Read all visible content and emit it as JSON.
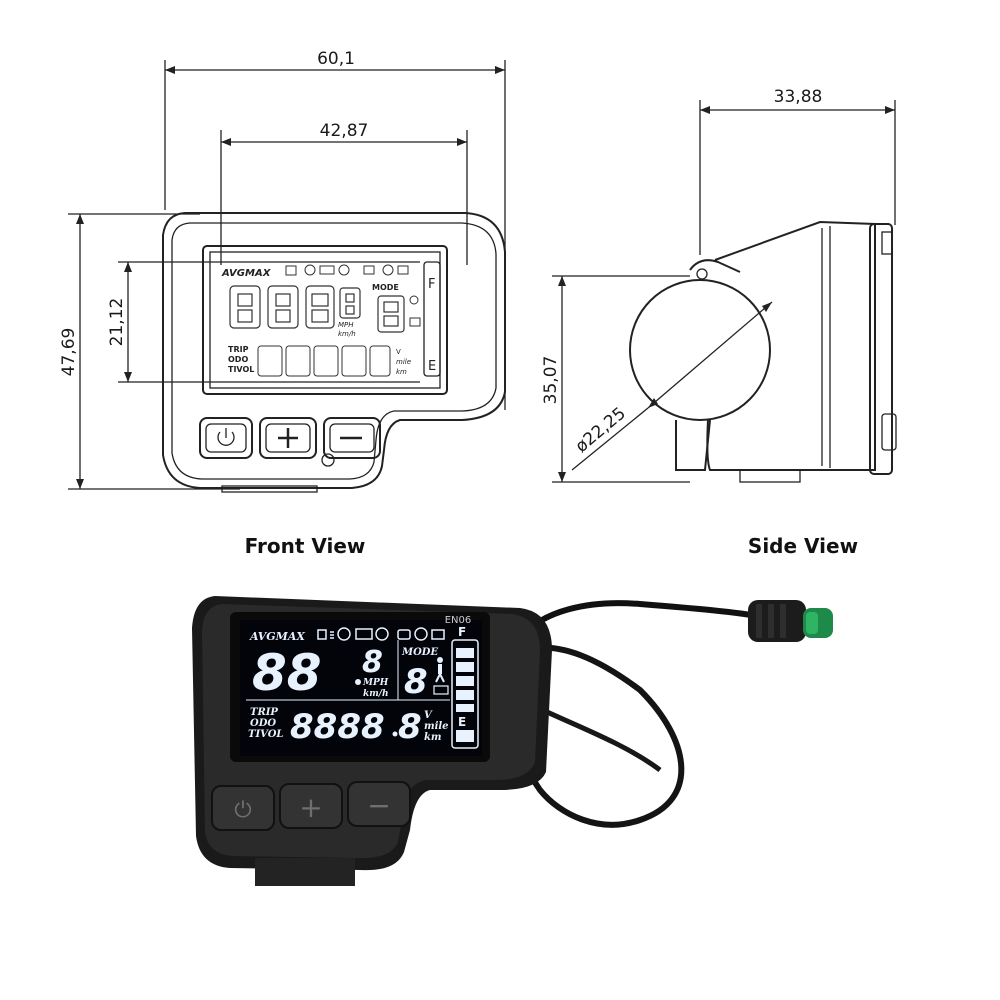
{
  "front_view": {
    "caption": "Front View",
    "width_total": "60,1",
    "width_screen": "42,87",
    "height_total": "47,69",
    "height_screen": "21,12",
    "lcd": {
      "brand": "AVGMAX",
      "trip": "TRIP",
      "odo": "ODO",
      "tivol": "TIVOL",
      "v_unit": "V",
      "mile": "mile",
      "km": "km",
      "mph": "MPH",
      "kmh": "km/h",
      "mode": "MODE",
      "full": "F",
      "empty": "E"
    }
  },
  "side_view": {
    "caption": "Side View",
    "depth": "33,88",
    "height": "35,07",
    "diameter": "ø22,25"
  },
  "photo": {
    "model": "EN06",
    "brand": "AVGMAX",
    "speed_digits": "88",
    "speed_decimal": "8",
    "mode_label": "MODE",
    "mode_digit": "8",
    "trip_label": "TRIP",
    "odo_label": "ODO",
    "tivol_label": "TIVOL",
    "odometer_digits": "8888",
    "odometer_decimal": "8",
    "mph": "MPH",
    "kmh": "km/h",
    "v_unit": "V",
    "mile": "mile",
    "km": "km",
    "battery_full": "F",
    "battery_empty": "E",
    "power_glyph": "⏻",
    "plus_glyph": "+",
    "minus_glyph": "−"
  }
}
